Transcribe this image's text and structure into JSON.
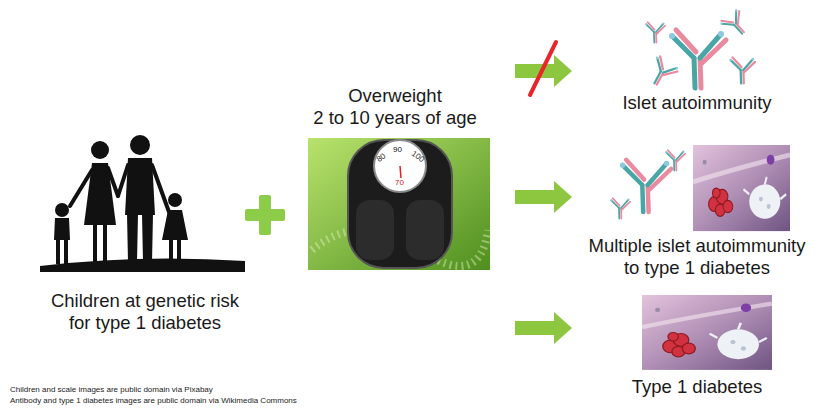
{
  "diagram": {
    "nodes": [
      {
        "text": [
          "Children at genetic risk for type 1 diabetes"
        ]
      },
      {
        "text": [
          "Overweight",
          "2 to 10 years of age"
        ]
      },
      {
        "text": [
          "Islet autoimmunity"
        ]
      },
      {
        "text": [
          "Multiple islet autoimmunity to type 1 diabetes"
        ]
      },
      {
        "text": [
          "Type 1 diabetes"
        ]
      }
    ],
    "edges": [
      {
        "from": 1,
        "to": 2,
        "arrow": "to"
      },
      {
        "from": 1,
        "to": 3,
        "arrow": "to"
      },
      {
        "from": 1,
        "to": 4,
        "arrow": "to"
      }
    ],
    "labels": [
      "90",
      "100",
      "80",
      "70",
      "Children and scale images are public domain via Pixabay",
      "Antibody and type 1 diabetes images are public domain via Wikimedia Commons"
    ]
  }
}
